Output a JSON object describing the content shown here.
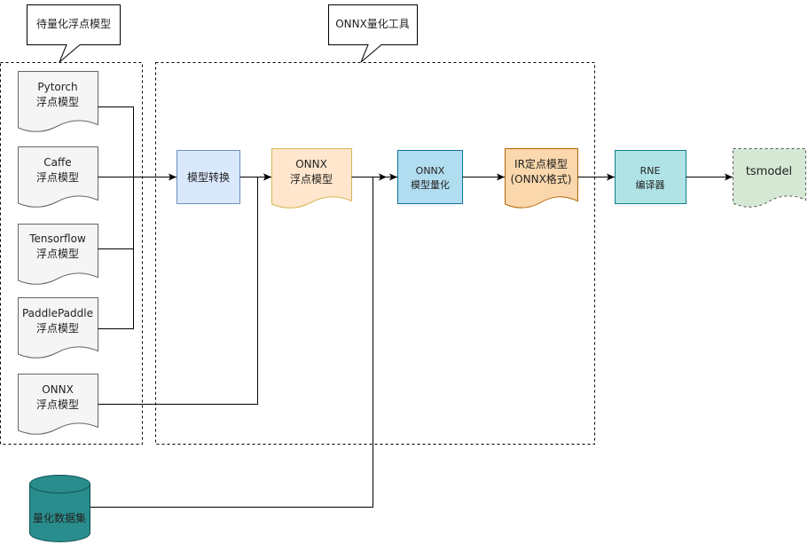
{
  "callouts": {
    "source_models": "待量化浮点模型",
    "quant_tool": "ONNX量化工具"
  },
  "source_docs": [
    {
      "line1": "Pytorch",
      "line2": "浮点模型"
    },
    {
      "line1": "Caffe",
      "line2": "浮点模型"
    },
    {
      "line1": "Tensorflow",
      "line2": "浮点模型"
    },
    {
      "line1": "PaddlePaddle",
      "line2": "浮点模型"
    },
    {
      "line1": "ONNX",
      "line2": "浮点模型"
    }
  ],
  "pipeline": {
    "convert": {
      "label": "模型转换",
      "fill": "#dae8fc",
      "stroke": "#6c8ebf"
    },
    "onnx_float": {
      "line1": "ONNX",
      "line2": "浮点模型",
      "fill": "#ffe6cc",
      "stroke": "#d6b656"
    },
    "onnx_quant": {
      "line1": "ONNX",
      "line2": "模型量化",
      "fill": "#b1ddf0",
      "stroke": "#10739e"
    },
    "ir_model": {
      "line1": "IR定点模型",
      "line2": "(ONNX格式)",
      "fill": "#fad7ac",
      "stroke": "#b46504"
    },
    "rne": {
      "line1": "RNE",
      "line2": "编译器",
      "fill": "#b0e3e6",
      "stroke": "#0e8088"
    },
    "tsmodel": {
      "label": "tsmodel",
      "fill": "#d5e8d4",
      "stroke": "#555555"
    }
  },
  "dataset": {
    "label": "量化数据集",
    "fill": "#2a8d8d",
    "stroke": "#0d5454"
  }
}
